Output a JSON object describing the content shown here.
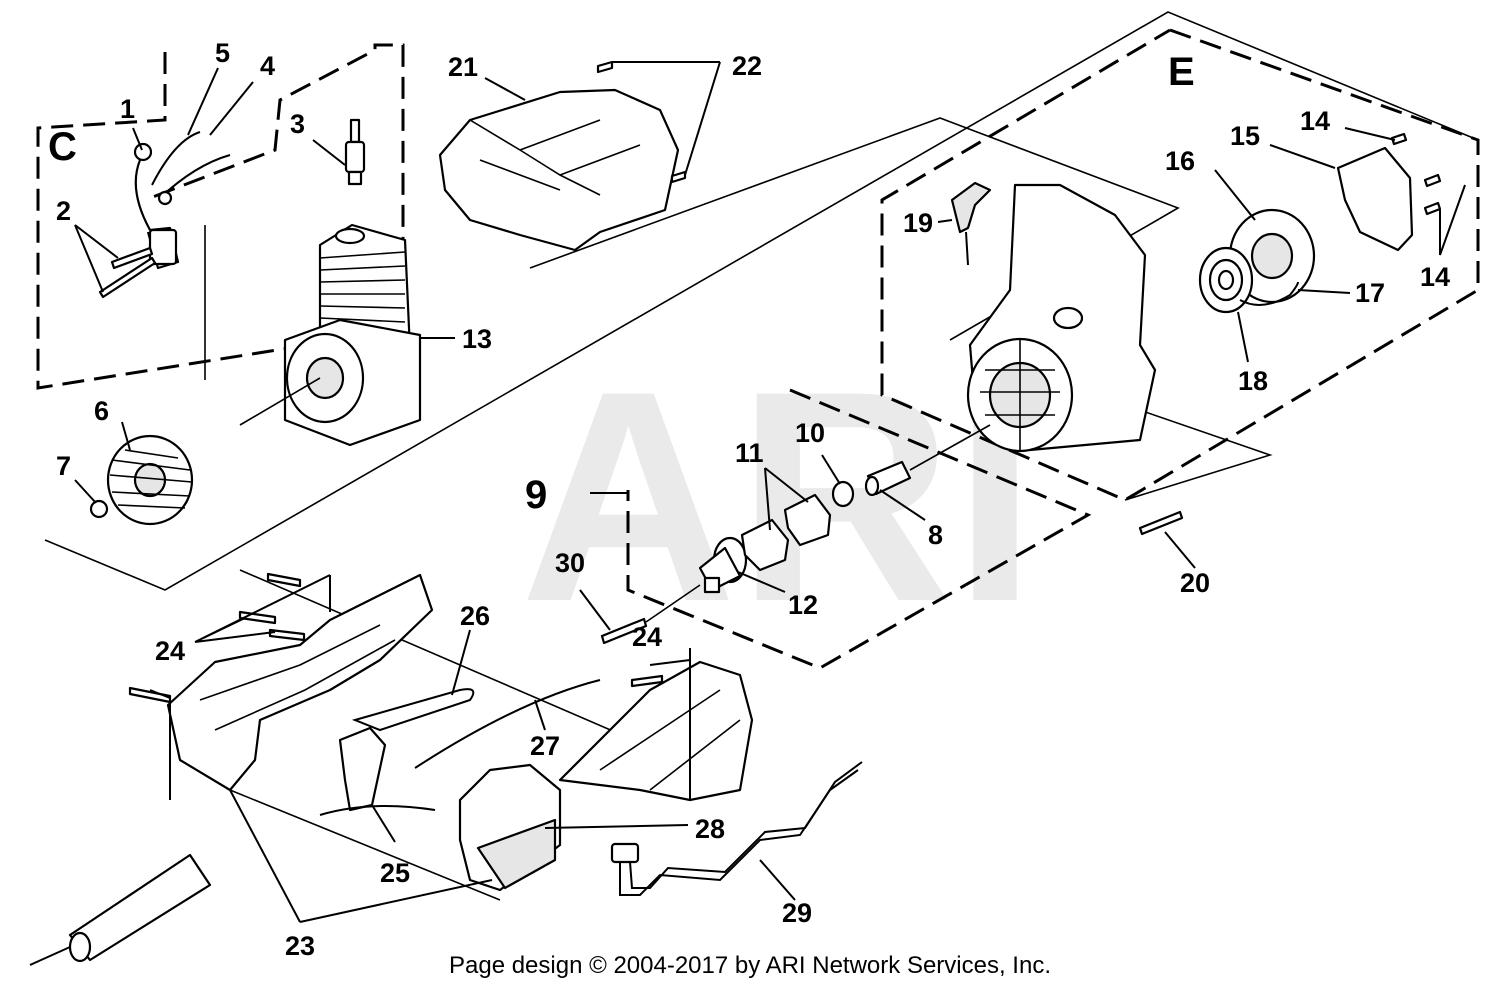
{
  "watermark": "ARI",
  "footer": {
    "copyright": "Page design © 2004-2017 by ARI Network Services, Inc."
  },
  "sections": {
    "c": "C",
    "e": "E"
  },
  "callouts": {
    "p1": "1",
    "p2": "2",
    "p3": "3",
    "p4": "4",
    "p5": "5",
    "p6": "6",
    "p7": "7",
    "p8": "8",
    "p9": "9",
    "p10": "10",
    "p11": "11",
    "p12": "12",
    "p13": "13",
    "p14a": "14",
    "p14b": "14",
    "p15": "15",
    "p16": "16",
    "p17": "17",
    "p18": "18",
    "p19": "19",
    "p20": "20",
    "p21": "21",
    "p22": "22",
    "p23": "23",
    "p24a": "24",
    "p24b": "24",
    "p25": "25",
    "p26": "26",
    "p27": "27",
    "p28": "28",
    "p29": "29",
    "p30": "30"
  }
}
